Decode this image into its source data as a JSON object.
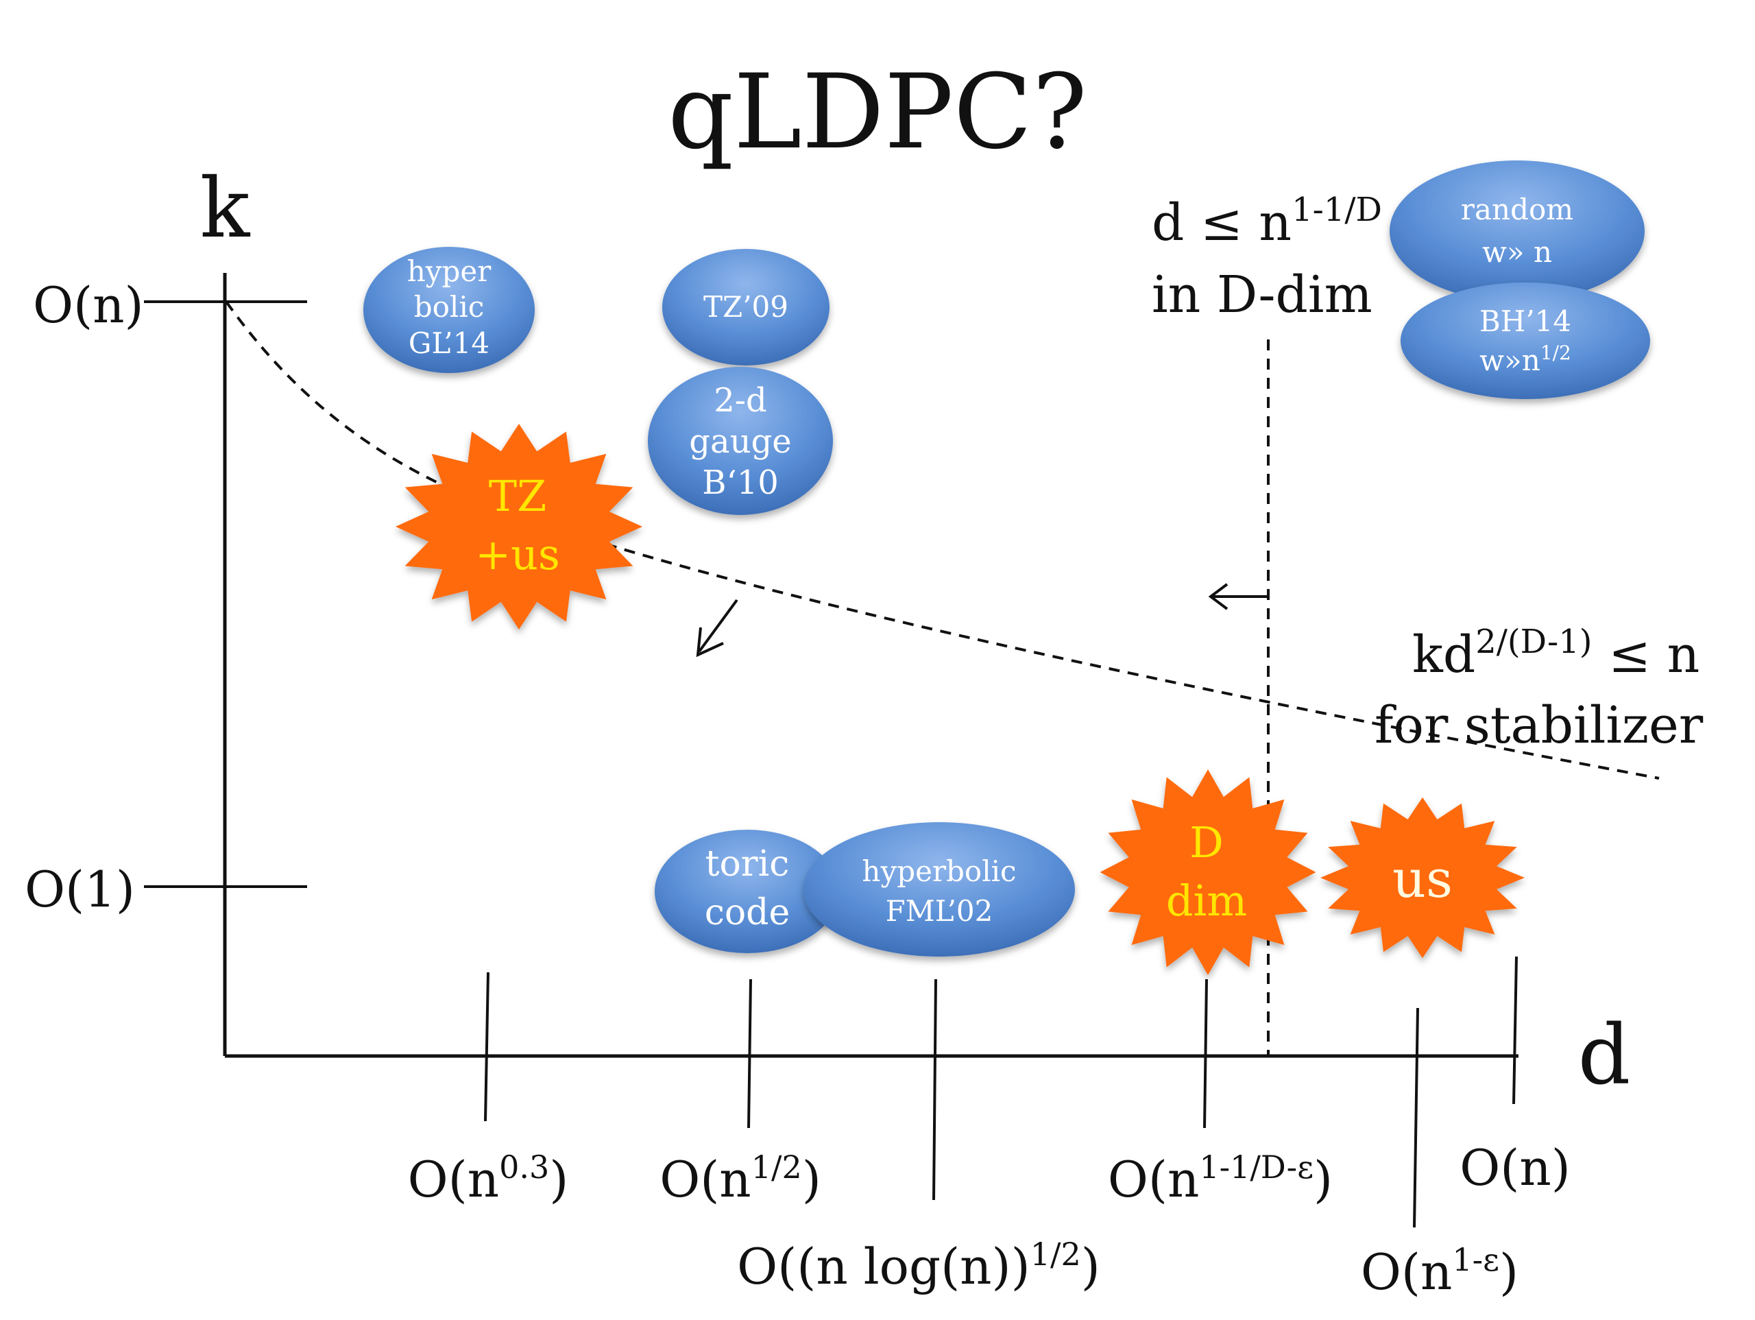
{
  "title": "qLDPC?",
  "axes": {
    "y_label": "k",
    "x_label": "d",
    "y_ticks": [
      "O(n)",
      "O(1)"
    ],
    "x_ticks": {
      "n03": "O(n<sup>0.3</sup>)",
      "nhalf": "O(n^1/2)",
      "nlog": "O((n log(n))^1/2)",
      "nD": "O(n^1-1/D-ε)",
      "neps": "O(n^1-ε)",
      "n": "O(n)"
    }
  },
  "bounds": {
    "dim_bound_line1": "d ≤ n^1-1/D",
    "dim_bound_line2": "in D-dim",
    "stab_bound_line1": "kd^2/(D-1) ≤ n",
    "stab_bound_line2": "for stabilizer"
  },
  "codes": {
    "hyperbolic_gl": [
      "hyper",
      "bolic",
      "GL’14"
    ],
    "tz09": "TZ’09",
    "gauge_2d": [
      "2-d",
      "gauge",
      "B‘10"
    ],
    "random": [
      "random",
      "w» n"
    ],
    "bh14": [
      "BH’14",
      "w»n^1/2"
    ],
    "toric": [
      "toric",
      "code"
    ],
    "hyperbolic_fml": [
      "hyperbolic",
      "FML’02"
    ]
  },
  "results": {
    "tz_us": [
      "TZ",
      "+us"
    ],
    "d_dim": [
      "D",
      "dim"
    ],
    "us": "us"
  },
  "colors": {
    "bubble": "#5a8fd6",
    "star": "#ff6a10",
    "star_text": "#ffe600"
  }
}
